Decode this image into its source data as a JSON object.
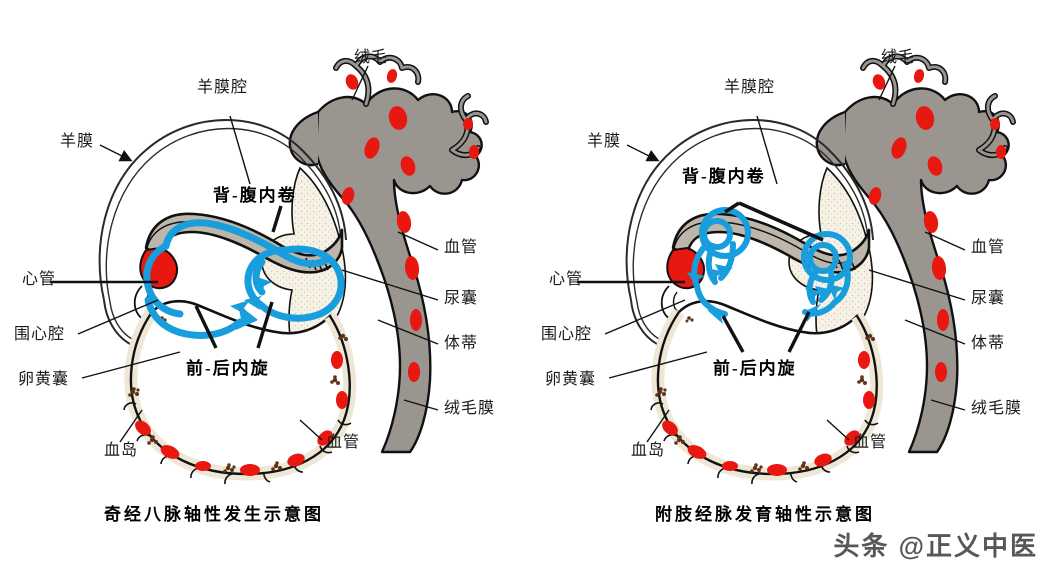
{
  "colors": {
    "annotation_blue": "#189ddd",
    "vessel_red": "#e8170f",
    "chorion_gray": "#9a958e",
    "blood_island_brown": "#5e3418",
    "tissue_cream": "#f4efe4",
    "outline_black": "#1a1a1a",
    "background": "#ffffff"
  },
  "watermark": {
    "text": "头条 @正义中医"
  },
  "panels": [
    {
      "id": "left-panel",
      "caption": "奇经八脉轴性发生示意图",
      "labels": {
        "amniotic_cavity": "羊膜腔",
        "amnion": "羊膜",
        "villi": "绒毛",
        "heart_tube": "心管",
        "pericardial_cavity": "围心腔",
        "yolk_sac": "卵黄囊",
        "blood_island": "血岛",
        "vessel_bottom": "血管",
        "vessel_right": "血管",
        "allantois": "尿囊",
        "body_stalk": "体蒂",
        "chorion": "绒毛膜",
        "dorsoventral_infolding": "背-腹内卷",
        "anteroposterior_inward_rotation": "前-后内旋"
      }
    },
    {
      "id": "right-panel",
      "caption": "附肢经脉发育轴性示意图",
      "labels": {
        "amniotic_cavity": "羊膜腔",
        "amnion": "羊膜",
        "villi": "绒毛",
        "heart_tube": "心管",
        "pericardial_cavity": "围心腔",
        "yolk_sac": "卵黄囊",
        "blood_island": "血岛",
        "vessel_bottom": "血管",
        "vessel_right": "血管",
        "allantois": "尿囊",
        "body_stalk": "体蒂",
        "chorion": "绒毛膜",
        "dorsoventral_infolding": "背-腹内卷",
        "anteroposterior_inward_rotation": "前-后内旋"
      }
    }
  ]
}
